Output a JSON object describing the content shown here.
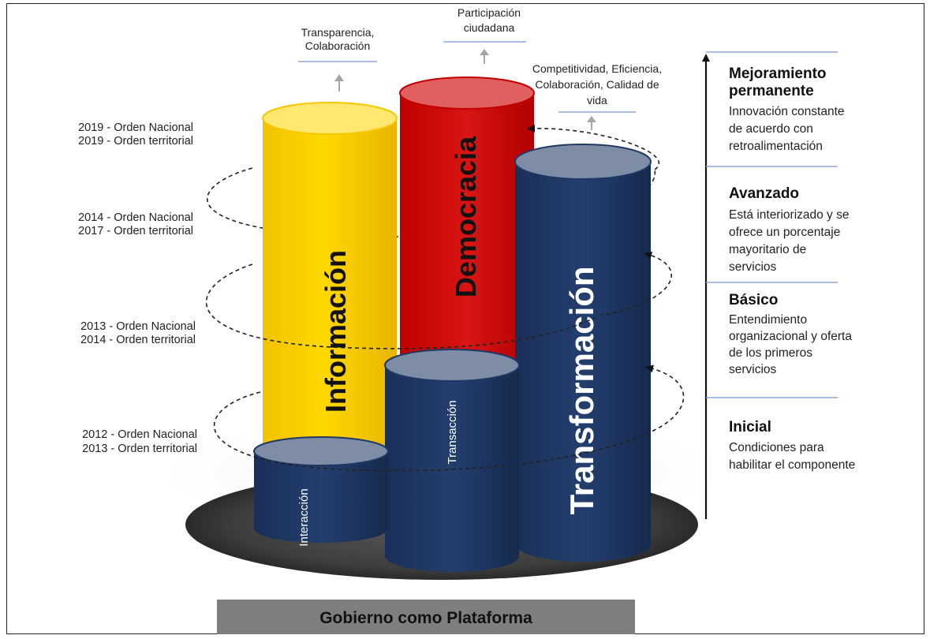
{
  "columns": {
    "informacion": "Información",
    "democracia": "Democracia",
    "transformacion": "Transformación",
    "interaccion": "Interacción",
    "transaccion": "Transacción"
  },
  "outputs": {
    "informacion": [
      "Transparencia,",
      "Colaboración"
    ],
    "democracia": [
      "Participación",
      "ciudadana"
    ],
    "transformacion": [
      "Competitividad, Eficiencia,",
      "Colaboración, Calidad de",
      "vida"
    ]
  },
  "timeline": [
    [
      "2019 - Orden Nacional",
      "2019 - Orden territorial"
    ],
    [
      "2014 - Orden Nacional",
      "2017 - Orden territorial"
    ],
    [
      "2013 - Orden Nacional",
      "2014 - Orden territorial"
    ],
    [
      "2012 - Orden Nacional",
      "2013 - Orden territorial"
    ]
  ],
  "levels": [
    {
      "title": [
        "Mejoramiento",
        "permanente"
      ],
      "desc": [
        "Innovación constante",
        "de acuerdo con",
        "retroalimentación"
      ]
    },
    {
      "title": [
        "Avanzado"
      ],
      "desc": [
        "Está interiorizado y se",
        "ofrece un porcentaje",
        "mayoritario de",
        "servicios"
      ]
    },
    {
      "title": [
        "Básico"
      ],
      "desc": [
        "Entendimiento",
        "organizacional y oferta",
        "de los primeros",
        "servicios"
      ]
    },
    {
      "title": [
        "Inicial"
      ],
      "desc": [
        "Condiciones para",
        "habilitar el componente"
      ]
    }
  ],
  "base_label": "Gobierno como Plataforma",
  "colors": {
    "yellow": "#FFCC00",
    "red": "#CC1111",
    "navy": "#1F3864",
    "slate": "#7F8CA6",
    "base_bar": "#7F7F7F"
  }
}
